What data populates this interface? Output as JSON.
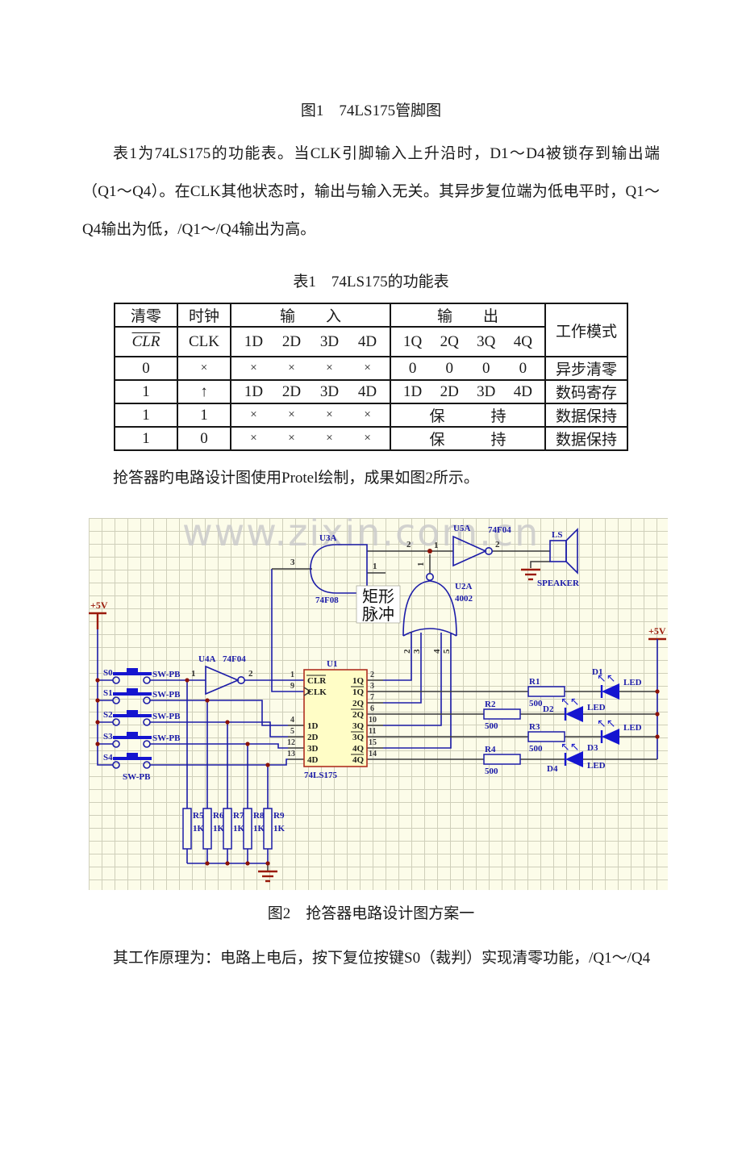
{
  "page": {
    "fig1_caption": "图1　74LS175管脚图",
    "para1": "表1为74LS175的功能表。当CLK引脚输入上升沿时，D1～D4被锁存到输出端（Q1～Q4）。在CLK其他状态时，输出与输入无关。其异步复位端为低电平时，Q1～Q4输出为低，/Q1～/Q4输出为高。",
    "table_caption": "表1　74LS175的功能表",
    "para2": "抢答器旳电路设计图使用Protel绘制，成果如图2所示。",
    "fig2_caption": "图2　抢答器电路设计图方案一",
    "para3": "其工作原理为：电路上电后，按下复位按键S0（裁判）实现清零功能，/Q1～/Q4"
  },
  "table1": {
    "headers": {
      "clear": "清零",
      "clock": "时钟",
      "input": "输　　入",
      "output": "输　　出",
      "mode": "工作模式",
      "clr": "CLR",
      "clk": "CLK",
      "in_cols": [
        "1D",
        "2D",
        "3D",
        "4D"
      ],
      "out_cols": [
        "1Q",
        "2Q",
        "3Q",
        "4Q"
      ]
    },
    "rows": [
      {
        "clr": "0",
        "clk": "×",
        "in": [
          "×",
          "×",
          "×",
          "×"
        ],
        "out": [
          "0",
          "0",
          "0",
          "0"
        ],
        "mode": "异步清零"
      },
      {
        "clr": "1",
        "clk": "↑",
        "in": [
          "1D",
          "2D",
          "3D",
          "4D"
        ],
        "out": [
          "1D",
          "2D",
          "3D",
          "4D"
        ],
        "mode": "数码寄存"
      },
      {
        "clr": "1",
        "clk": "1",
        "in": [
          "×",
          "×",
          "×",
          "×"
        ],
        "hold": "保　　　持",
        "mode": "数据保持"
      },
      {
        "clr": "1",
        "clk": "0",
        "in": [
          "×",
          "×",
          "×",
          "×"
        ],
        "hold": "保　　　持",
        "mode": "数据保持"
      }
    ]
  },
  "schematic": {
    "watermark": "www.zixin.com.cn",
    "vcc_left": "+5V",
    "vcc_right": "+5V",
    "led_arrow_glyph": "↖↖",
    "pulse_line1": "矩形",
    "pulse_line2": "脉冲",
    "u3a": {
      "ref": "U3A",
      "part": "74F08",
      "pin_out": "3",
      "pin_in_top": "2",
      "pin_in_bot": "1"
    },
    "u5a": {
      "ref": "U5A",
      "part": "74F04",
      "pin_in": "1",
      "pin_out": "2"
    },
    "u2a": {
      "ref": "U2A",
      "part": "4002",
      "pin_out": "1",
      "pins": [
        "2",
        "3",
        "4",
        "5"
      ]
    },
    "u4a": {
      "ref": "U4A",
      "part": "74F04",
      "pin_in": "1",
      "pin_out": "2"
    },
    "ls": {
      "ref": "LS",
      "label": "SPEAKER"
    },
    "u1": {
      "ref": "U1",
      "part": "74LS175",
      "pins_left": [
        {
          "n": "1",
          "t": "CLR"
        },
        {
          "n": "9",
          "t": "CLK"
        },
        {
          "n": "4",
          "t": "1D"
        },
        {
          "n": "5",
          "t": "2D"
        },
        {
          "n": "12",
          "t": "3D"
        },
        {
          "n": "13",
          "t": "4D"
        }
      ],
      "pins_right": [
        {
          "n": "2",
          "t": "1Q"
        },
        {
          "n": "3",
          "t": "1Q"
        },
        {
          "n": "7",
          "t": "2Q"
        },
        {
          "n": "6",
          "t": "2Q"
        },
        {
          "n": "10",
          "t": "3Q"
        },
        {
          "n": "11",
          "t": "3Q"
        },
        {
          "n": "15",
          "t": "4Q"
        },
        {
          "n": "14",
          "t": "4Q"
        }
      ]
    },
    "switches": [
      {
        "ref": "S0",
        "part": "SW-PB"
      },
      {
        "ref": "S1",
        "part": "SW-PB"
      },
      {
        "ref": "S2",
        "part": "SW-PB"
      },
      {
        "ref": "S3",
        "part": "SW-PB"
      },
      {
        "ref": "S4",
        "part": "SW-PB"
      }
    ],
    "series_resistors": [
      {
        "ref": "R1",
        "val": "500"
      },
      {
        "ref": "R2",
        "val": "500"
      },
      {
        "ref": "R3",
        "val": "500"
      },
      {
        "ref": "R4",
        "val": "500"
      }
    ],
    "pull_resistors": [
      {
        "ref": "R5",
        "val": "1K"
      },
      {
        "ref": "R6",
        "val": "1K"
      },
      {
        "ref": "R7",
        "val": "1K"
      },
      {
        "ref": "R8",
        "val": "1K"
      },
      {
        "ref": "R9",
        "val": "1K"
      }
    ],
    "leds": [
      {
        "ref": "D1",
        "label": "LED"
      },
      {
        "ref": "D2",
        "label": "LED"
      },
      {
        "ref": "D3",
        "label": "LED"
      },
      {
        "ref": "D4",
        "label": "LED"
      }
    ],
    "colors": {
      "wire": "#1c1ca8",
      "stub": "#3a3a3a",
      "power": "#9a1a0a",
      "junction": "#8c1208",
      "chip_fill": "#fffdc6",
      "chip_border": "#b03020",
      "symbol_blue": "#1515d0",
      "canvas": "#fcfce9",
      "grid": "#cfcfba",
      "watermark": "#cbcbcb"
    }
  }
}
